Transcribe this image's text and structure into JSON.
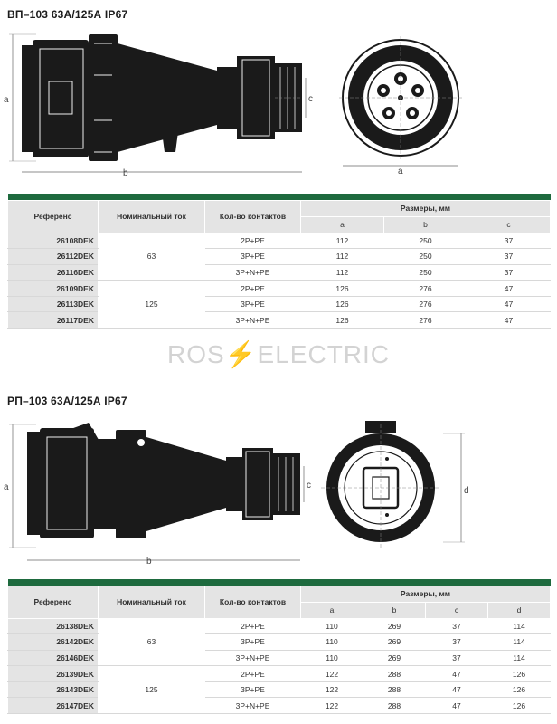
{
  "sections": [
    {
      "title": "ВП–103 63А/125А IP67",
      "dim_labels": {
        "a": "a",
        "b": "b",
        "c": "c",
        "front_a": "a"
      },
      "table": {
        "headers": {
          "ref": "Референс",
          "current": "Номинальный ток",
          "contacts": "Кол-во контактов",
          "dims": "Размеры, мм"
        },
        "dim_cols": [
          "a",
          "b",
          "c"
        ],
        "rows": [
          {
            "ref": "26108DEK",
            "contacts": "2P+PE",
            "a": "112",
            "b": "250",
            "c": "37"
          },
          {
            "ref": "26112DEK",
            "contacts": "3P+PE",
            "a": "112",
            "b": "250",
            "c": "37"
          },
          {
            "ref": "26116DEK",
            "contacts": "3P+N+PE",
            "a": "112",
            "b": "250",
            "c": "37"
          },
          {
            "ref": "26109DEK",
            "contacts": "2P+PE",
            "a": "126",
            "b": "276",
            "c": "47"
          },
          {
            "ref": "26113DEK",
            "contacts": "3P+PE",
            "a": "126",
            "b": "276",
            "c": "47"
          },
          {
            "ref": "26117DEK",
            "contacts": "3P+N+PE",
            "a": "126",
            "b": "276",
            "c": "47"
          }
        ],
        "current_groups": [
          "63",
          "125"
        ]
      }
    },
    {
      "title": "РП–103 63А/125А IP67",
      "dim_labels": {
        "a": "a",
        "b": "b",
        "c": "c",
        "front_d": "d"
      },
      "table": {
        "headers": {
          "ref": "Референс",
          "current": "Номинальный ток",
          "contacts": "Кол-во контактов",
          "dims": "Размеры, мм"
        },
        "dim_cols": [
          "a",
          "b",
          "c",
          "d"
        ],
        "rows": [
          {
            "ref": "26138DEK",
            "contacts": "2P+PE",
            "a": "110",
            "b": "269",
            "c": "37",
            "d": "114"
          },
          {
            "ref": "26142DEK",
            "contacts": "3P+PE",
            "a": "110",
            "b": "269",
            "c": "37",
            "d": "114"
          },
          {
            "ref": "26146DEK",
            "contacts": "3P+N+PE",
            "a": "110",
            "b": "269",
            "c": "37",
            "d": "114"
          },
          {
            "ref": "26139DEK",
            "contacts": "2P+PE",
            "a": "122",
            "b": "288",
            "c": "47",
            "d": "126"
          },
          {
            "ref": "26143DEK",
            "contacts": "3P+PE",
            "a": "122",
            "b": "288",
            "c": "47",
            "d": "126"
          },
          {
            "ref": "26147DEK",
            "contacts": "3P+N+PE",
            "a": "122",
            "b": "288",
            "c": "47",
            "d": "126"
          }
        ],
        "current_groups": [
          "63",
          "125"
        ]
      }
    }
  ],
  "watermark": {
    "left": "ROS",
    "bolt": "⚡",
    "right": "ELECTRIC"
  },
  "colors": {
    "accent_green": "#1e6a3e",
    "header_grey": "#e4e4e4",
    "drawing_dark": "#1a1a1a"
  }
}
